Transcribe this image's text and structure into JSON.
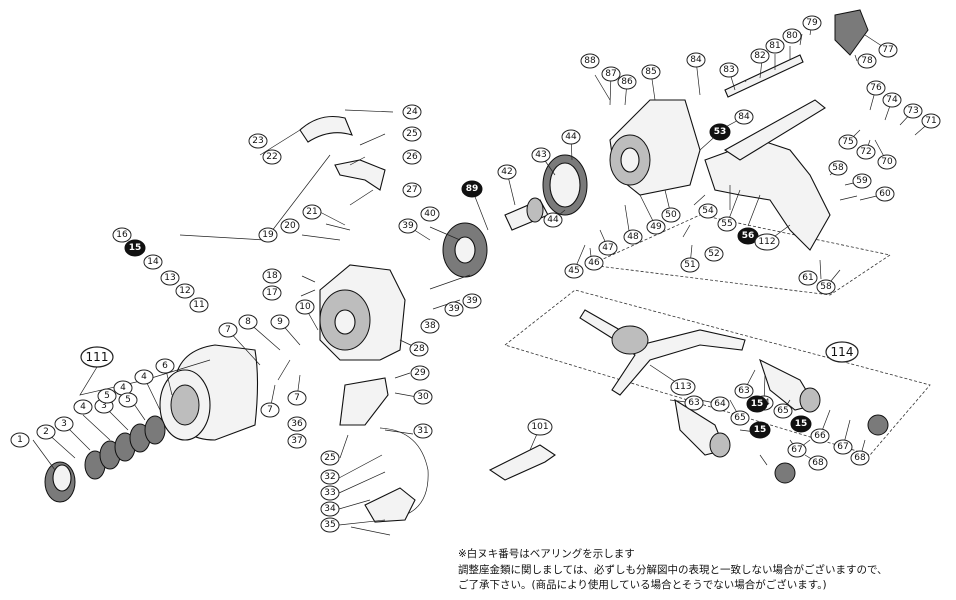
{
  "callouts_small": [
    "1",
    "2",
    "3",
    "4",
    "3",
    "4",
    "5",
    "4",
    "5",
    "6",
    "7",
    "7",
    "7",
    "8",
    "9",
    "10",
    "11",
    "12",
    "13",
    "14",
    "16",
    "17",
    "18",
    "19",
    "20",
    "21",
    "22",
    "23",
    "24",
    "25",
    "25",
    "26",
    "27",
    "28",
    "29",
    "30",
    "31",
    "32",
    "33",
    "34",
    "35",
    "36",
    "37",
    "38",
    "39",
    "39",
    "39",
    "40",
    "42",
    "43",
    "44",
    "44",
    "45",
    "46",
    "47",
    "48",
    "49",
    "50",
    "51",
    "52",
    "54",
    "55",
    "58",
    "58",
    "59",
    "60",
    "61",
    "63",
    "63",
    "64",
    "64",
    "65",
    "65",
    "66",
    "67",
    "67",
    "68",
    "68",
    "70",
    "71",
    "72",
    "73",
    "74",
    "75",
    "76",
    "77",
    "78",
    "79",
    "80",
    "81",
    "82",
    "83",
    "84",
    "84",
    "85",
    "86",
    "87",
    "88"
  ],
  "callouts_filled": [
    "15",
    "15",
    "15",
    "15",
    "53",
    "56",
    "89"
  ],
  "callouts_big": [
    "111",
    "114"
  ],
  "callouts_mid": [
    "101",
    "112",
    "113"
  ],
  "notes": {
    "line1": "※白ヌキ番号はベアリングを示します",
    "line2": "調整座金類に関しましては、必ずしも分解図中の表現と一致しない場合がございますので、",
    "line3": "ご了承下さい。(商品により使用している場合とそうでない場合がございます。)"
  }
}
